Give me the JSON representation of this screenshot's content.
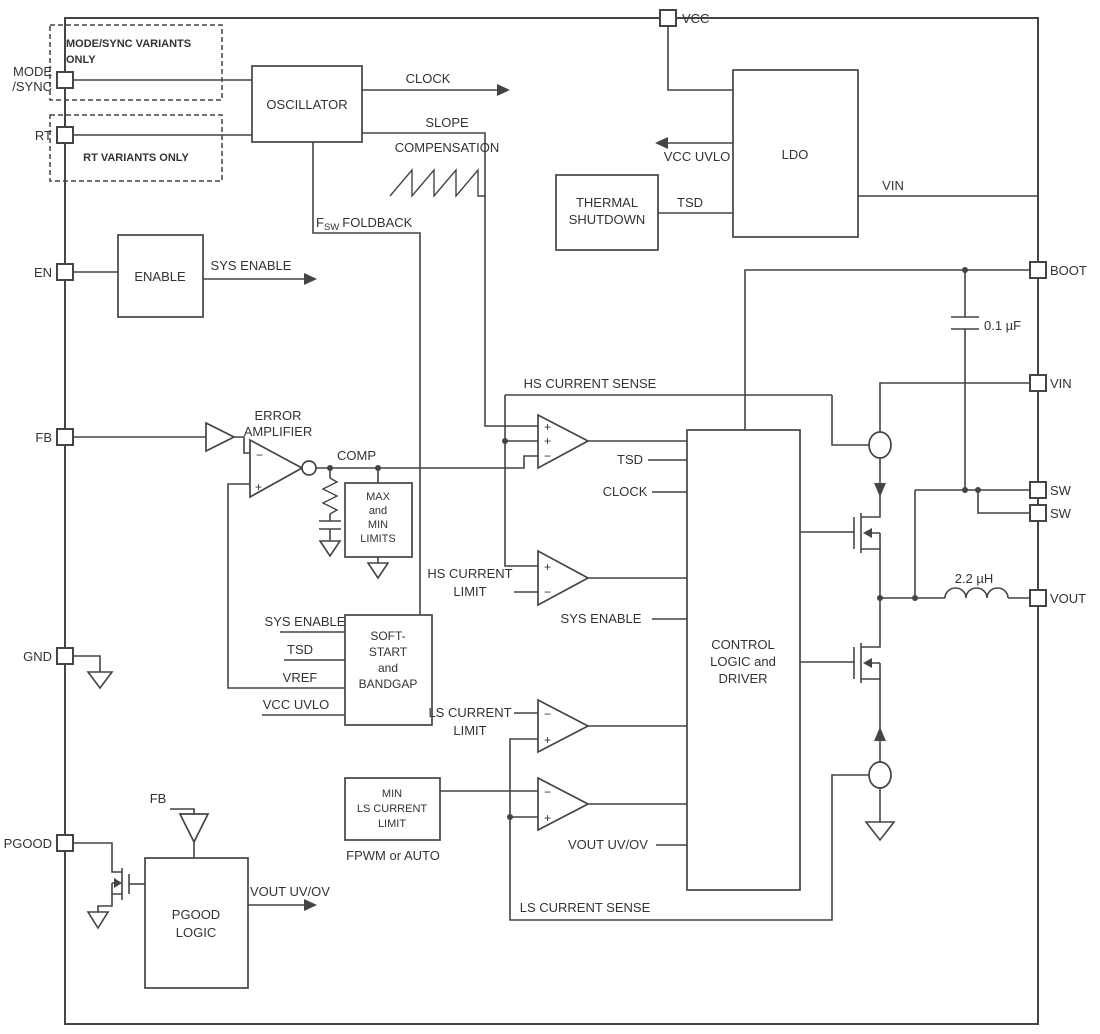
{
  "colors": {
    "line": "#444444",
    "text": "#333333",
    "background": "#ffffff"
  },
  "pins": {
    "vcc": "VCC",
    "mode": "MODE",
    "sync": "/SYNC",
    "rt": "RT",
    "en": "EN",
    "fb": "FB",
    "gnd": "GND",
    "pgood": "PGOOD",
    "boot": "BOOT",
    "vin": "VIN",
    "sw1": "SW",
    "sw2": "SW",
    "vout": "VOUT"
  },
  "variant_notes": {
    "mode_sync_1": "MODE/SYNC VARIANTS",
    "mode_sync_2": "ONLY",
    "rt": "RT VARIANTS ONLY"
  },
  "blocks": {
    "oscillator": "OSCILLATOR",
    "enable": "ENABLE",
    "thermal_1": "THERMAL",
    "thermal_2": "SHUTDOWN",
    "ldo": "LDO",
    "maxmin_1": "MAX",
    "maxmin_2": "and",
    "maxmin_3": "MIN",
    "maxmin_4": "LIMITS",
    "softstart_1": "SOFT-",
    "softstart_2": "START",
    "softstart_3": "and",
    "softstart_4": "BANDGAP",
    "minls_1": "MIN",
    "minls_2": "LS CURRENT",
    "minls_3": "LIMIT",
    "control_1": "CONTROL",
    "control_2": "LOGIC and",
    "control_3": "DRIVER",
    "pgood_logic_1": "PGOOD",
    "pgood_logic_2": "LOGIC"
  },
  "signals": {
    "clock": "CLOCK",
    "slope_1": "SLOPE",
    "slope_2": "COMPENSATION",
    "fsw_f": "F",
    "fsw_sub": "SW",
    "fsw_rest": "FOLDBACK",
    "sys_enable": "SYS ENABLE",
    "error_amp_1": "ERROR",
    "error_amp_2": "AMPLIFIER",
    "comp": "COMP",
    "hs_current_sense": "HS CURRENT SENSE",
    "ls_current_sense": "LS CURRENT SENSE",
    "tsd": "TSD",
    "vref": "VREF",
    "vcc_uvlo": "VCC UVLO",
    "hs_limit_1": "HS CURRENT",
    "hs_limit_2": "LIMIT",
    "ls_limit_1": "LS CURRENT",
    "ls_limit_2": "LIMIT",
    "fpwm_auto": "FPWM or AUTO",
    "vout_uvov": "VOUT UV/OV",
    "vin": "VIN",
    "fb": "FB",
    "plus": "+",
    "minus": "−"
  },
  "components": {
    "boot_cap": "0.1 µF",
    "inductor": "2.2 µH"
  }
}
